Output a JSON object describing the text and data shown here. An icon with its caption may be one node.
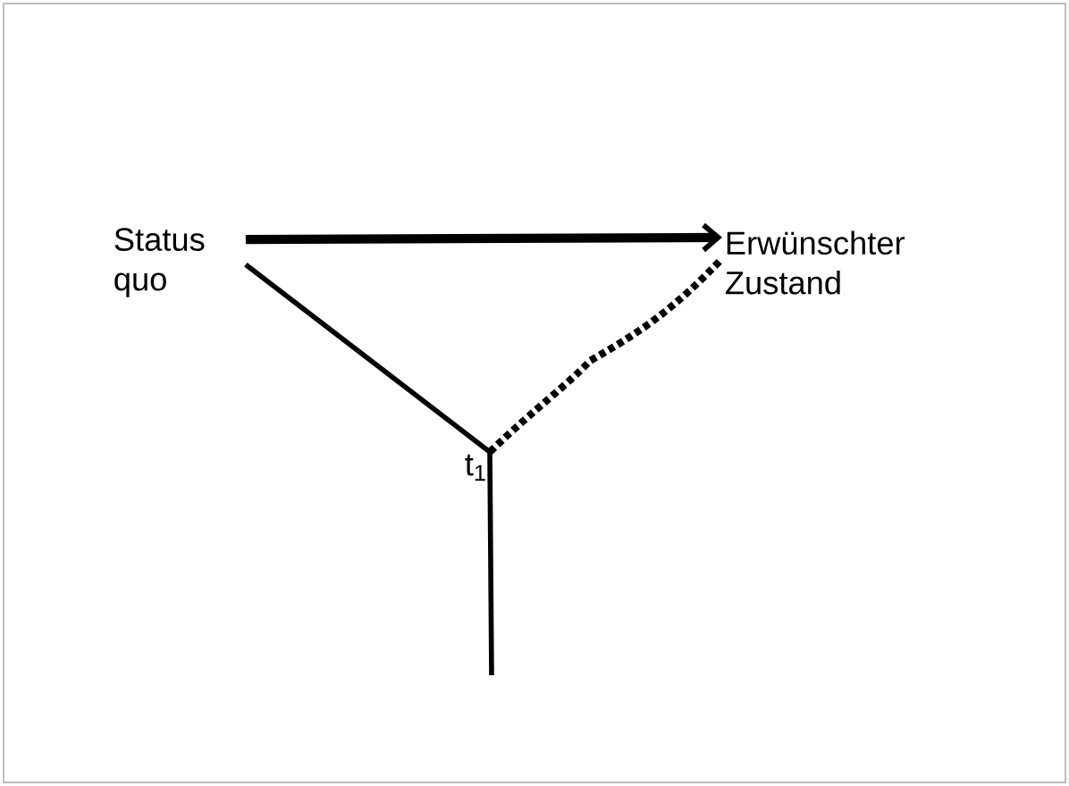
{
  "diagram": {
    "nodes": [
      {
        "text": [
          "Status quo"
        ]
      },
      {
        "text": [
          "Erwünschter Zustand"
        ]
      },
      {
        "text": [
          "t$_{1}$"
        ]
      }
    ],
    "edges": [
      {
        "from": 0,
        "to": 1,
        "arrow": "to",
        "style": "thick"
      },
      {
        "from": 0,
        "to": 2,
        "arrow": "none"
      },
      {
        "from": 2,
        "to": 1,
        "arrow": "none",
        "style": "dashed"
      },
      {
        "from": 2,
        "to": null,
        "arrow": "none"
      }
    ]
  }
}
